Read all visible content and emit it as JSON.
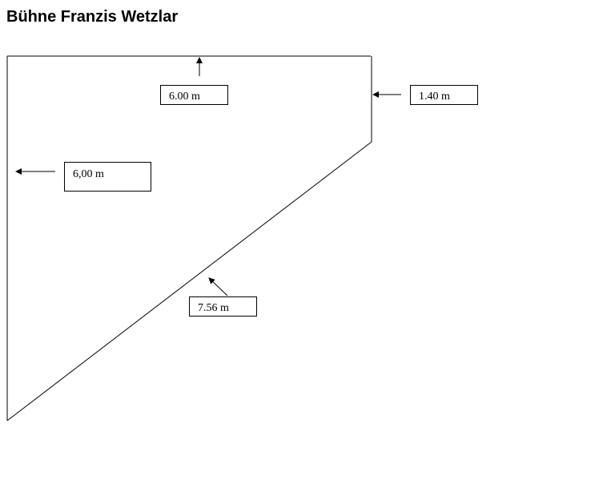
{
  "title": "Bühne Franzis Wetzlar",
  "dimensions": {
    "top_edge": "6.00 m",
    "right_edge": "1.40 m",
    "left_edge": "6,00 m",
    "diagonal_edge": "7.56 m"
  },
  "colors": {
    "line": "#000000",
    "background": "#ffffff"
  }
}
